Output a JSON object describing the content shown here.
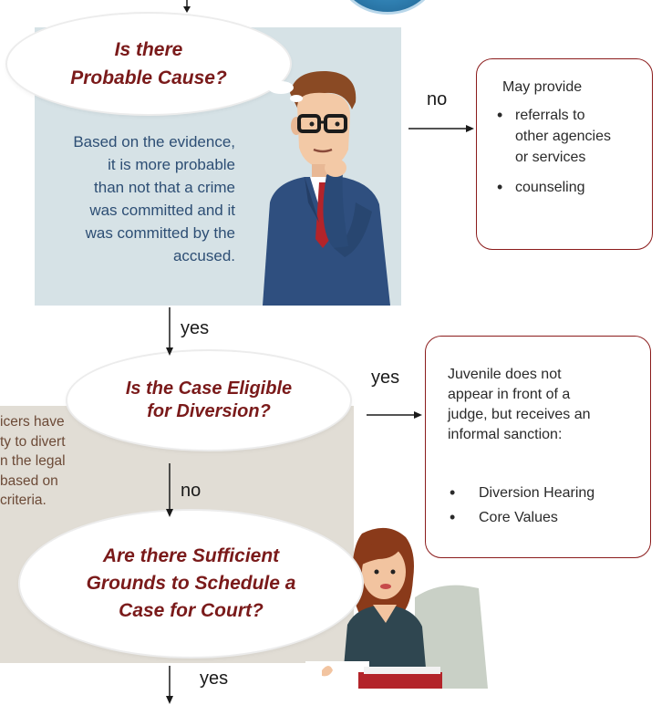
{
  "step1": {
    "question": "Is there\nProbable Cause?",
    "explanation": "Based on the evidence,\nit is more probable\nthan not that a crime\nwas committed and it\nwas committed by the\naccused.",
    "no_label": "no",
    "yes_label": "yes"
  },
  "no_outcome": {
    "intro": "May provide",
    "items": [
      "referrals to\nother agencies\nor services",
      "counseling"
    ]
  },
  "step2": {
    "question": "Is the Case Eligible\nfor Diversion?",
    "explanation_partial": "icers have\nty to divert\nn the legal\nbased on\ncriteria.",
    "yes_label": "yes",
    "no_label": "no"
  },
  "diversion_outcome": {
    "intro": "Juvenile does not\nappear in front of a\njudge, but receives an\ninformal sanction:",
    "items": [
      "Diversion Hearing",
      "Core Values"
    ]
  },
  "step3": {
    "question": "Are there Sufficient\nGrounds to Schedule a\nCase for Court?",
    "yes_label": "yes"
  },
  "colors": {
    "question_text": "#7a1a1a",
    "box_border": "#8b1c1c",
    "panel1_bg": "#d6e2e6",
    "panel2_bg": "#e1ddd5",
    "explanation1_text": "#2d4e74"
  },
  "icons": {
    "man": "thinking-man-illustration",
    "woman": "woman-at-desk-illustration"
  }
}
